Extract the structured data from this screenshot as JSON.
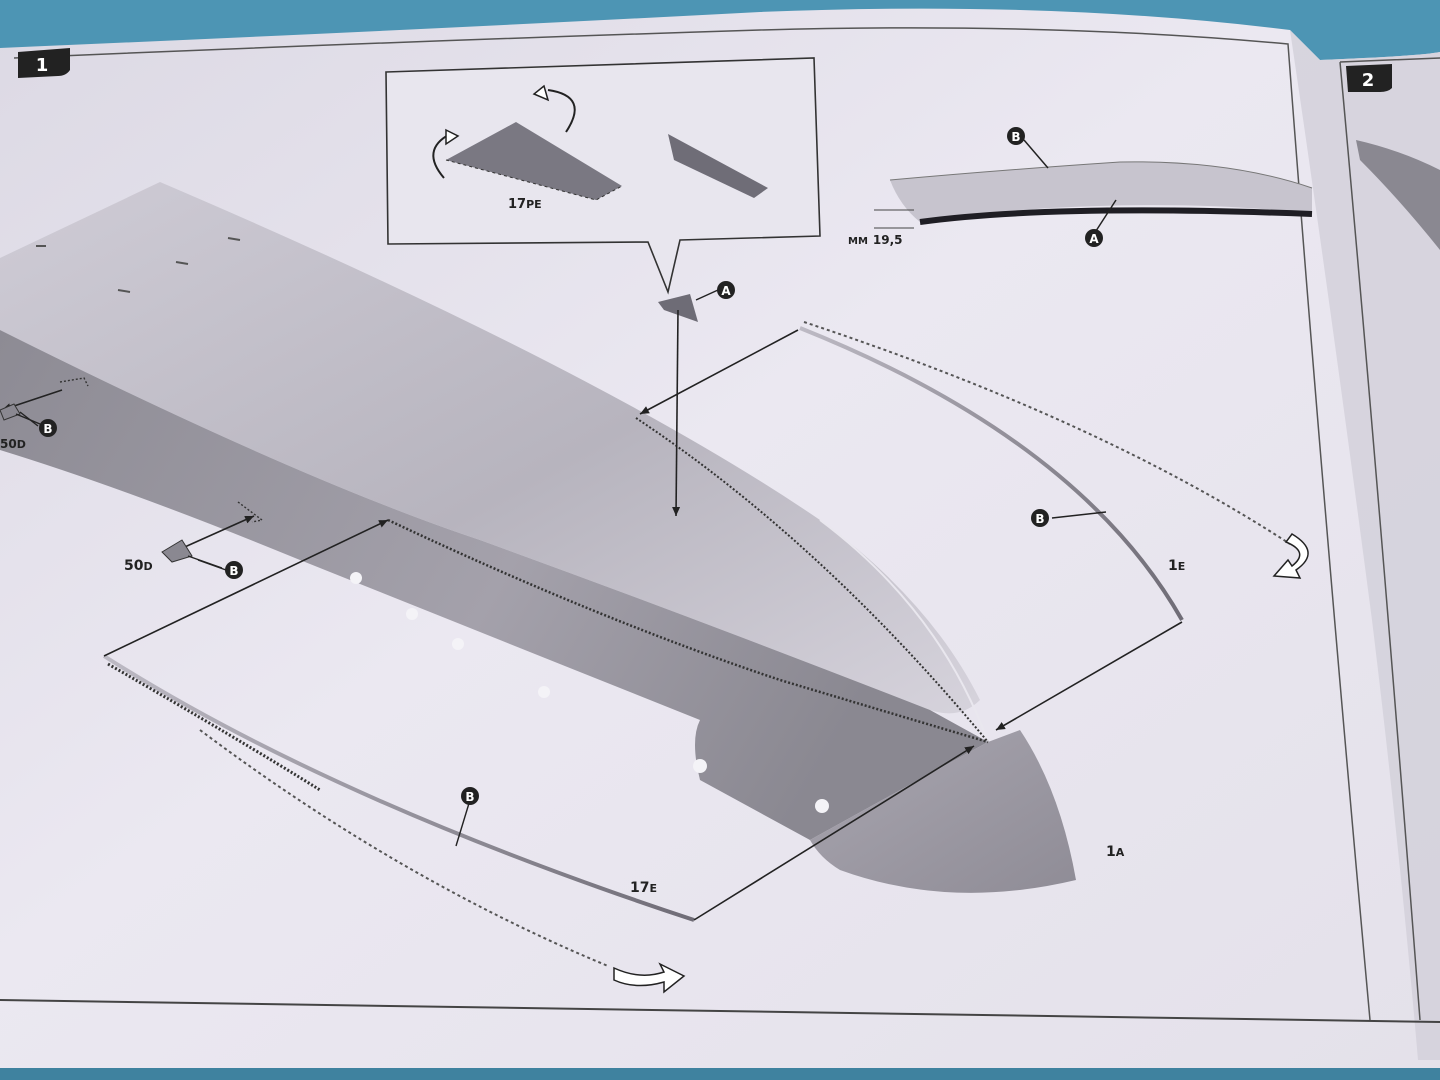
{
  "steps": [
    {
      "number": "1"
    },
    {
      "number": "2"
    }
  ],
  "callouts": {
    "a": "A",
    "b": "B"
  },
  "parts": {
    "hull": {
      "main": "1",
      "sub": "A"
    },
    "rail_top": {
      "main": "1",
      "sub": "E"
    },
    "rail_side": {
      "main": "17",
      "sub": "E"
    },
    "pe_strip": {
      "main": "17",
      "sub": "PE"
    },
    "peg": {
      "main": "50",
      "sub": "D"
    },
    "peg_edge": {
      "main": "50",
      "sub": "D"
    }
  },
  "measurement": {
    "unit": "MM",
    "value": "19,5"
  },
  "colors": {
    "background": "#4d95b4",
    "paper": "#e6e3ee",
    "ink": "#222222",
    "hull_shade": "#9c9aa4",
    "hull_light": "#c9c6cf"
  }
}
